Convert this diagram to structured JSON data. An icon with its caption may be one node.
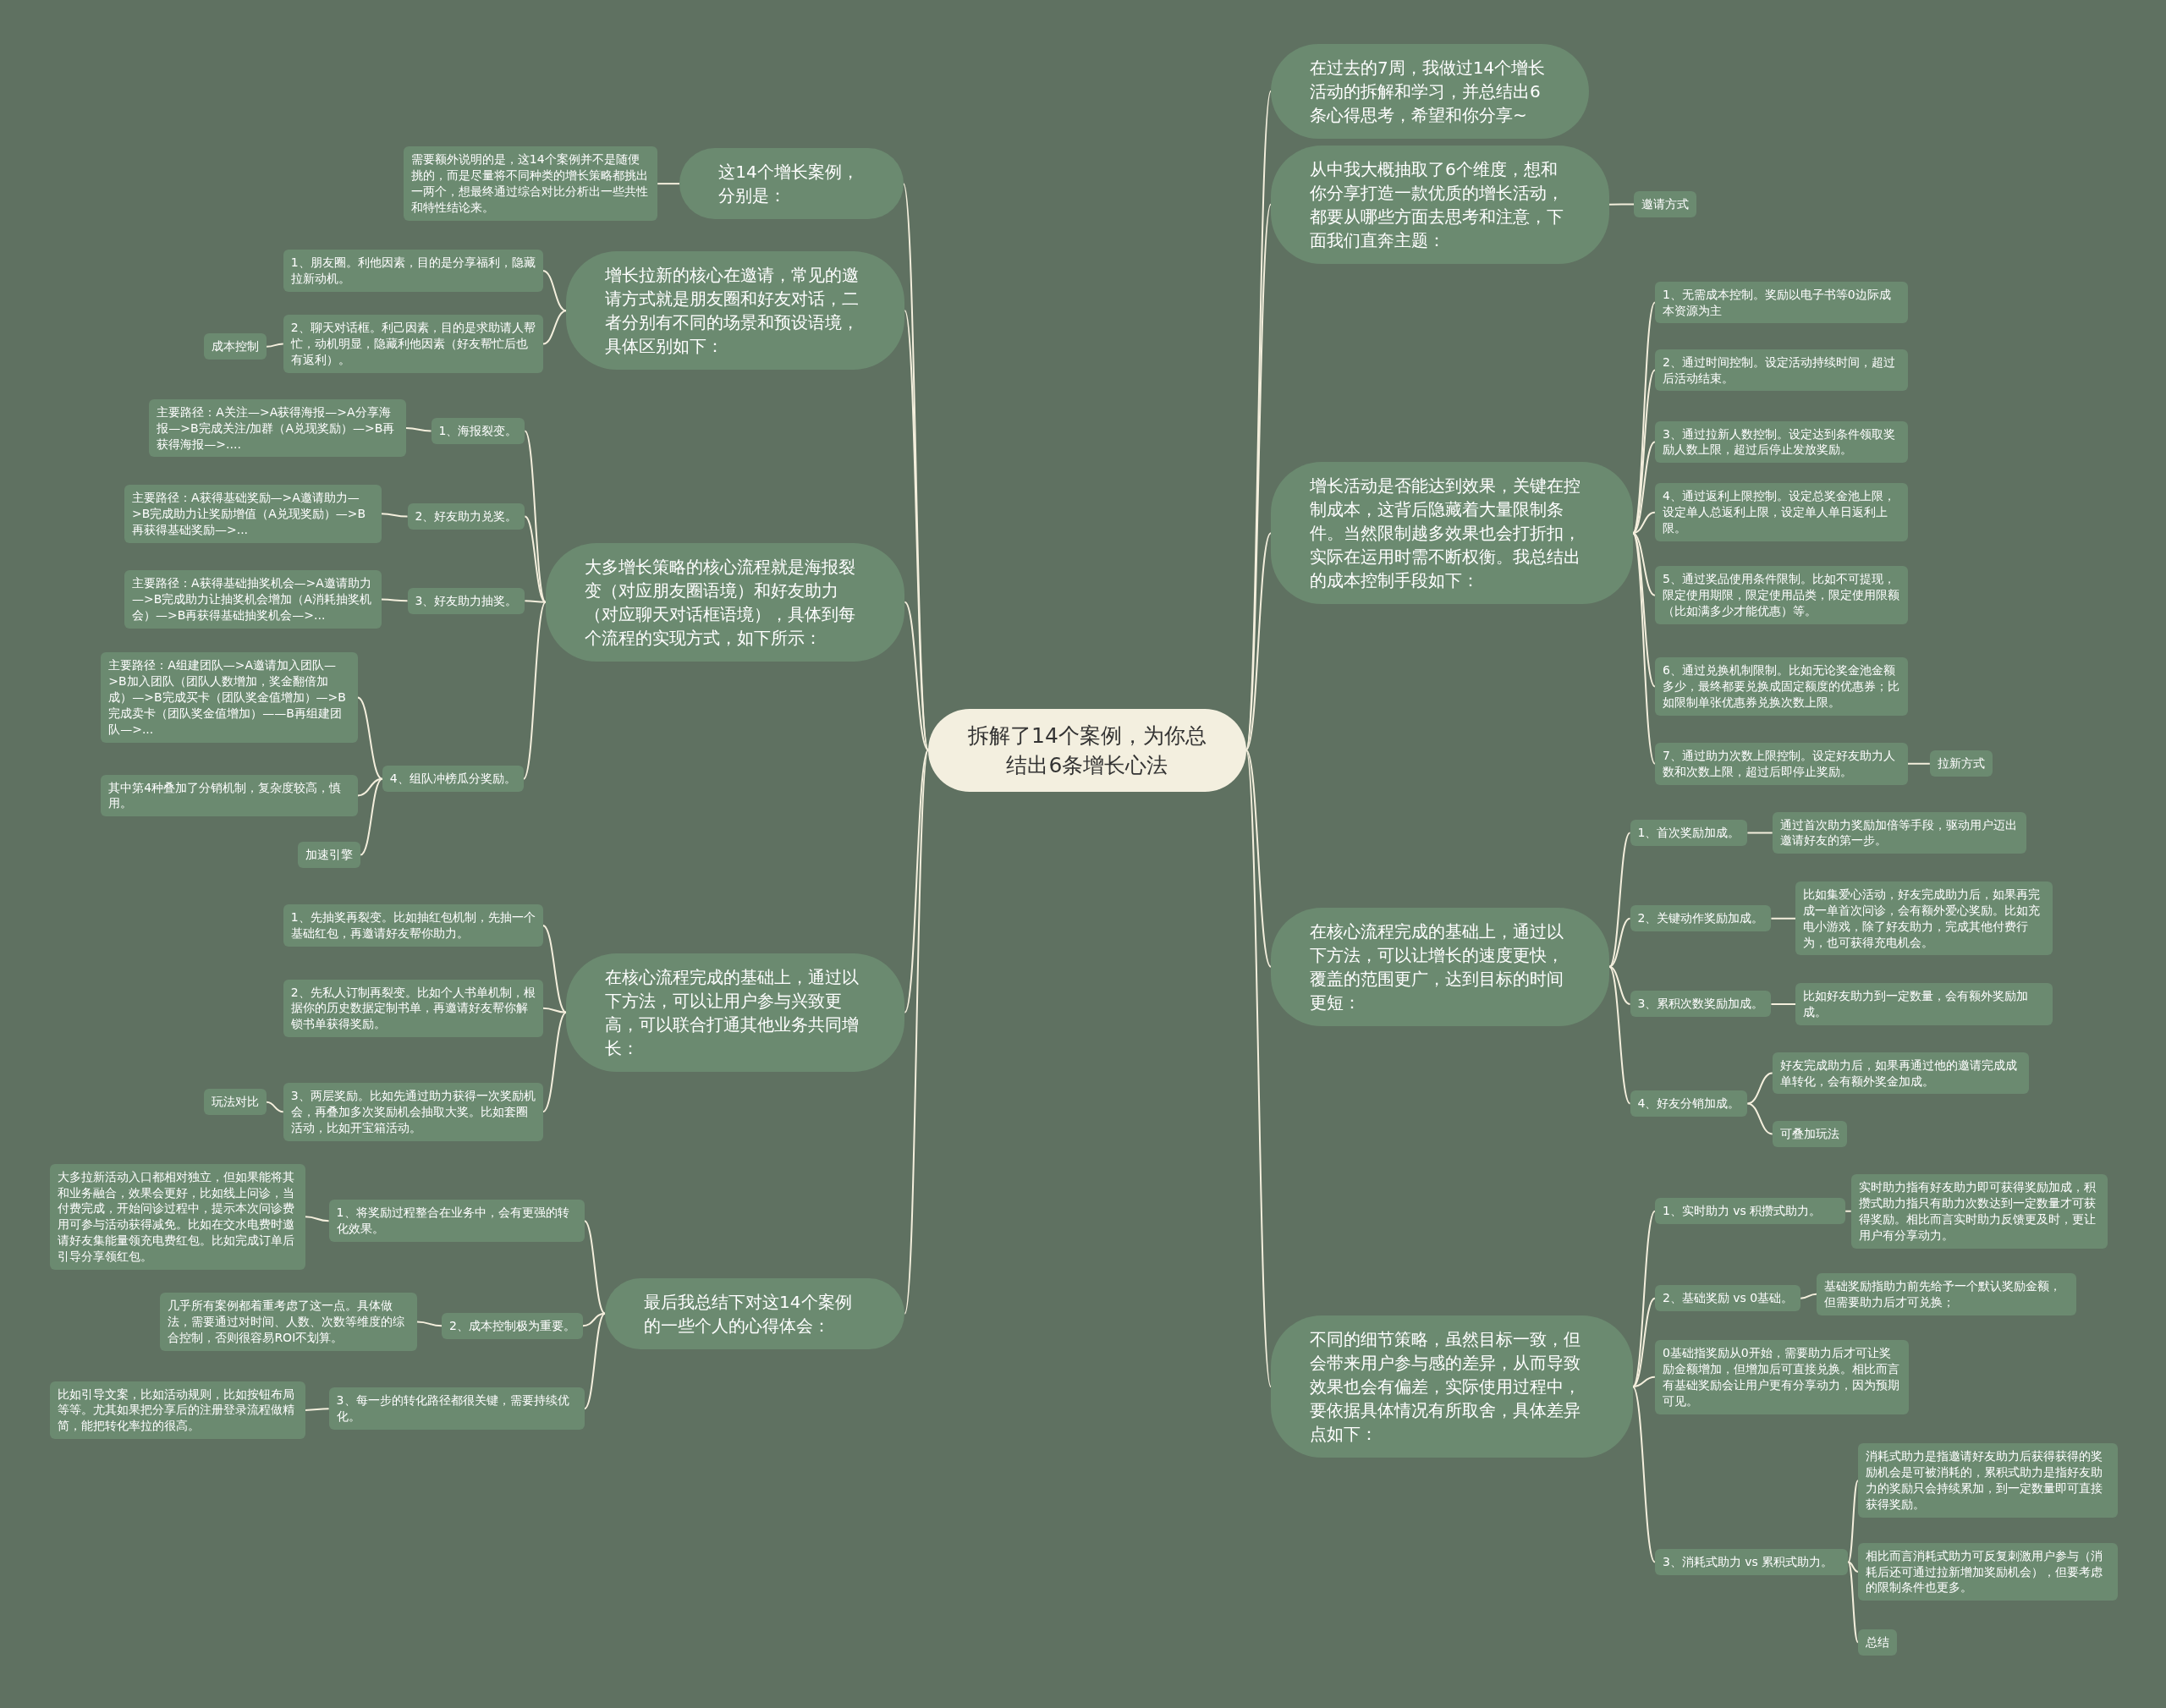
{
  "diagram": {
    "nodes": [
      {
        "text": [
          "拆解了14个案例，为你总结出6条增长心法"
        ]
      },
      {
        "text": [
          "在过去的7周，我做过14个增长活动的拆解和学习，并总结出6条心得思考，希望和你分享~"
        ]
      },
      {
        "text": [
          "从中我大概抽取了6个维度，想和你分享打造一款优质的增长活动，都要从哪些方面去思考和注意，下面我们直奔主题："
        ]
      },
      {
        "text": [
          "邀请方式"
        ]
      },
      {
        "text": [
          "增长活动是否能达到效果，关键在控制成本，这背后隐藏着大量限制条件。当然限制越多效果也会打折扣，实际在运用时需不断权衡。我总结出的成本控制手段如下："
        ]
      },
      {
        "text": [
          "1、无需成本控制。奖励以电子书等0边际成本资源为主"
        ]
      },
      {
        "text": [
          "2、通过时间控制。设定活动持续时间，超过后活动结束。"
        ]
      },
      {
        "text": [
          "3、通过拉新人数控制。设定达到条件领取奖励人数上限，超过后停止发放奖励。"
        ]
      },
      {
        "text": [
          "4、通过返利上限控制。设定总奖金池上限，设定单人总返利上限，设定单人单日返利上限。"
        ]
      },
      {
        "text": [
          "5、通过奖品使用条件限制。比如不可提现，限定使用期限，限定使用品类，限定使用限额（比如满多少才能优惠）等。"
        ]
      },
      {
        "text": [
          "6、通过兑换机制限制。比如无论奖金池金额多少，最终都要兑换成固定额度的优惠券；比如限制单张优惠券兑换次数上限。"
        ]
      },
      {
        "text": [
          "7、通过助力次数上限控制。设定好友助力人数和次数上限，超过后即停止奖励。"
        ]
      },
      {
        "text": [
          "拉新方式"
        ]
      },
      {
        "text": [
          "在核心流程完成的基础上，通过以下方法，可以让增长的速度更快，覆盖的范围更广，达到目标的时间更短："
        ]
      },
      {
        "text": [
          "1、首次奖励加成。"
        ]
      },
      {
        "text": [
          "通过首次助力奖励加倍等手段，驱动用户迈出邀请好友的第一步。"
        ]
      },
      {
        "text": [
          "2、关键动作奖励加成。"
        ]
      },
      {
        "text": [
          "比如集爱心活动，好友完成助力后，如果再完成一单首次问诊，会有额外爱心奖励。比如充电小游戏，除了好友助力，完成其他付费行为，也可获得充电机会。"
        ]
      },
      {
        "text": [
          "3、累积次数奖励加成。"
        ]
      },
      {
        "text": [
          "比如好友助力到一定数量，会有额外奖励加成。"
        ]
      },
      {
        "text": [
          "4、好友分销加成。"
        ]
      },
      {
        "text": [
          "好友完成助力后，如果再通过他的邀请完成成单转化，会有额外奖金加成。"
        ]
      },
      {
        "text": [
          "可叠加玩法"
        ]
      },
      {
        "text": [
          "不同的细节策略，虽然目标一致，但会带来用户参与感的差异，从而导致效果也会有偏差，实际使用过程中，要依据具体情况有所取舍，具体差异点如下："
        ]
      },
      {
        "text": [
          "1、实时助力 vs 积攒式助力。"
        ]
      },
      {
        "text": [
          "实时助力指有好友助力即可获得奖励加成，积攒式助力指只有助力次数达到一定数量才可获得奖励。相比而言实时助力反馈更及时，更让用户有分享动力。"
        ]
      },
      {
        "text": [
          "2、基础奖励 vs 0基础。"
        ]
      },
      {
        "text": [
          "基础奖励指助力前先给予一个默认奖励金额，但需要助力后才可兑换；"
        ]
      },
      {
        "text": [
          "0基础指奖励从0开始，需要助力后才可让奖励金额增加，但增加后可直接兑换。相比而言有基础奖励会让用户更有分享动力，因为预期可见。"
        ]
      },
      {
        "text": [
          "3、消耗式助力 vs 累积式助力。"
        ]
      },
      {
        "text": [
          "消耗式助力是指邀请好友助力后获得获得的奖励机会是可被消耗的，累积式助力是指好友助力的奖励只会持续累加，到一定数量即可直接获得奖励。"
        ]
      },
      {
        "text": [
          "相比而言消耗式助力可反复刺激用户参与（消耗后还可通过拉新增加奖励机会），但要考虑的限制条件也更多。"
        ]
      },
      {
        "text": [
          "总结"
        ]
      },
      {
        "text": [
          "这14个增长案例，分别是："
        ]
      },
      {
        "text": [
          "需要额外说明的是，这14个案例并不是随便挑的，而是尽量将不同种类的增长策略都挑出一两个，想最终通过综合对比分析出一些共性和特性结论来。"
        ]
      },
      {
        "text": [
          "增长拉新的核心在邀请，常见的邀请方式就是朋友圈和好友对话，二者分别有不同的场景和预设语境，具体区别如下："
        ]
      },
      {
        "text": [
          "1、朋友圈。利他因素，目的是分享福利，隐藏拉新动机。"
        ]
      },
      {
        "text": [
          "2、聊天对话框。利己因素，目的是求助请人帮忙，动机明显，隐藏利他因素（好友帮忙后也有返利）。"
        ]
      },
      {
        "text": [
          "成本控制"
        ]
      },
      {
        "text": [
          "大多增长策略的核心流程就是海报裂变（对应朋友圈语境）和好友助力（对应聊天对话框语境），具体到每个流程的实现方式，如下所示："
        ]
      },
      {
        "text": [
          "1、海报裂变。"
        ]
      },
      {
        "text": [
          "主要路径：A关注—>A获得海报—>A分享海报—>B完成关注/加群（A兑现奖励）—>B再获得海报—>...."
        ]
      },
      {
        "text": [
          "2、好友助力兑奖。"
        ]
      },
      {
        "text": [
          "主要路径：A获得基础奖励—>A邀请助力—>B完成助力让奖励增值（A兑现奖励）—>B再获得基础奖励—>..."
        ]
      },
      {
        "text": [
          "3、好友助力抽奖。"
        ]
      },
      {
        "text": [
          "主要路径：A获得基础抽奖机会—>A邀请助力—>B完成助力让抽奖机会增加（A消耗抽奖机会）—>B再获得基础抽奖机会—>..."
        ]
      },
      {
        "text": [
          "4、组队冲榜瓜分奖励。"
        ]
      },
      {
        "text": [
          "主要路径：A组建团队—>A邀请加入团队—>B加入团队（团队人数增加，奖金翻倍加成）—>B完成买卡（团队奖金值增加）—>B完成卖卡（团队奖金值增加）——B再组建团队—>..."
        ]
      },
      {
        "text": [
          "其中第4种叠加了分销机制，复杂度较高，慎用。"
        ]
      },
      {
        "text": [
          "加速引擎"
        ]
      },
      {
        "text": [
          "在核心流程完成的基础上，通过以下方法，可以让用户参与兴致更高，可以联合打通其他业务共同增长："
        ]
      },
      {
        "text": [
          "1、先抽奖再裂变。比如抽红包机制，先抽一个基础红包，再邀请好友帮你助力。"
        ]
      },
      {
        "text": [
          "2、先私人订制再裂变。比如个人书单机制，根据你的历史数据定制书单，再邀请好友帮你解锁书单获得奖励。"
        ]
      },
      {
        "text": [
          "3、两层奖励。比如先通过助力获得一次奖励机会，再叠加多次奖励机会抽取大奖。比如套圈活动，比如开宝箱活动。"
        ]
      },
      {
        "text": [
          "玩法对比"
        ]
      },
      {
        "text": [
          "最后我总结下对这14个案例的一些个人的心得体会："
        ]
      },
      {
        "text": [
          "1、将奖励过程整合在业务中，会有更强的转化效果。"
        ]
      },
      {
        "text": [
          "大多拉新活动入口都相对独立，但如果能将其和业务融合，效果会更好，比如线上问诊，当付费完成，开始问诊过程中，提示本次问诊费用可参与活动获得减免。比如在交水电费时邀请好友集能量领充电费红包。比如完成订单后引导分享领红包。"
        ]
      },
      {
        "text": [
          "2、成本控制极为重要。"
        ]
      },
      {
        "text": [
          "几乎所有案例都着重考虑了这一点。具体做法，需要通过对时间、人数、次数等维度的综合控制，否则很容易ROI不划算。"
        ]
      },
      {
        "text": [
          "3、每一步的转化路径都很关键，需要持续优化。"
        ]
      },
      {
        "text": [
          "比如引导文案，比如活动规则，比如按钮布局等等。尤其如果把分享后的注册登录流程做精简，能把转化率拉的很高。"
        ]
      }
    ],
    "edges": [
      {
        "from": 0,
        "to": 1,
        "arrow": "none"
      },
      {
        "from": 0,
        "to": 2,
        "arrow": "none"
      },
      {
        "from": 2,
        "to": 3,
        "arrow": "none"
      },
      {
        "from": 0,
        "to": 4,
        "arrow": "none"
      },
      {
        "from": 4,
        "to": 5,
        "arrow": "none"
      },
      {
        "from": 4,
        "to": 6,
        "arrow": "none"
      },
      {
        "from": 4,
        "to": 7,
        "arrow": "none"
      },
      {
        "from": 4,
        "to": 8,
        "arrow": "none"
      },
      {
        "from": 4,
        "to": 9,
        "arrow": "none"
      },
      {
        "from": 4,
        "to": 10,
        "arrow": "none"
      },
      {
        "from": 4,
        "to": 11,
        "arrow": "none"
      },
      {
        "from": 11,
        "to": 12,
        "arrow": "none"
      },
      {
        "from": 0,
        "to": 13,
        "arrow": "none"
      },
      {
        "from": 13,
        "to": 14,
        "arrow": "none"
      },
      {
        "from": 14,
        "to": 15,
        "arrow": "none"
      },
      {
        "from": 13,
        "to": 16,
        "arrow": "none"
      },
      {
        "from": 16,
        "to": 17,
        "arrow": "none"
      },
      {
        "from": 13,
        "to": 18,
        "arrow": "none"
      },
      {
        "from": 18,
        "to": 19,
        "arrow": "none"
      },
      {
        "from": 13,
        "to": 20,
        "arrow": "none"
      },
      {
        "from": 20,
        "to": 21,
        "arrow": "none"
      },
      {
        "from": 20,
        "to": 22,
        "arrow": "none"
      },
      {
        "from": 0,
        "to": 23,
        "arrow": "none"
      },
      {
        "from": 23,
        "to": 24,
        "arrow": "none"
      },
      {
        "from": 24,
        "to": 25,
        "arrow": "none"
      },
      {
        "from": 23,
        "to": 26,
        "arrow": "none"
      },
      {
        "from": 26,
        "to": 27,
        "arrow": "none"
      },
      {
        "from": 23,
        "to": 28,
        "arrow": "none"
      },
      {
        "from": 23,
        "to": 29,
        "arrow": "none"
      },
      {
        "from": 29,
        "to": 30,
        "arrow": "none"
      },
      {
        "from": 29,
        "to": 31,
        "arrow": "none"
      },
      {
        "from": 29,
        "to": 32,
        "arrow": "none"
      },
      {
        "from": 0,
        "to": 33,
        "arrow": "none"
      },
      {
        "from": 33,
        "to": 34,
        "arrow": "none"
      },
      {
        "from": 0,
        "to": 35,
        "arrow": "none"
      },
      {
        "from": 35,
        "to": 36,
        "arrow": "none"
      },
      {
        "from": 35,
        "to": 37,
        "arrow": "none"
      },
      {
        "from": 37,
        "to": 38,
        "arrow": "none"
      },
      {
        "from": 0,
        "to": 39,
        "arrow": "none"
      },
      {
        "from": 39,
        "to": 40,
        "arrow": "none"
      },
      {
        "from": 40,
        "to": 41,
        "arrow": "none"
      },
      {
        "from": 39,
        "to": 42,
        "arrow": "none"
      },
      {
        "from": 42,
        "to": 43,
        "arrow": "none"
      },
      {
        "from": 39,
        "to": 44,
        "arrow": "none"
      },
      {
        "from": 44,
        "to": 45,
        "arrow": "none"
      },
      {
        "from": 39,
        "to": 46,
        "arrow": "none"
      },
      {
        "from": 46,
        "to": 47,
        "arrow": "none"
      },
      {
        "from": 46,
        "to": 48,
        "arrow": "none"
      },
      {
        "from": 46,
        "to": 49,
        "arrow": "none"
      },
      {
        "from": 0,
        "to": 50,
        "arrow": "none"
      },
      {
        "from": 50,
        "to": 51,
        "arrow": "none"
      },
      {
        "from": 50,
        "to": 52,
        "arrow": "none"
      },
      {
        "from": 50,
        "to": 53,
        "arrow": "none"
      },
      {
        "from": 53,
        "to": 54,
        "arrow": "none"
      },
      {
        "from": 0,
        "to": 55,
        "arrow": "none"
      },
      {
        "from": 55,
        "to": 56,
        "arrow": "none"
      },
      {
        "from": 56,
        "to": 57,
        "arrow": "none"
      },
      {
        "from": 55,
        "to": 58,
        "arrow": "none"
      },
      {
        "from": 58,
        "to": 59,
        "arrow": "none"
      },
      {
        "from": 55,
        "to": 60,
        "arrow": "none"
      },
      {
        "from": 60,
        "to": 61,
        "arrow": "none"
      }
    ]
  }
}
